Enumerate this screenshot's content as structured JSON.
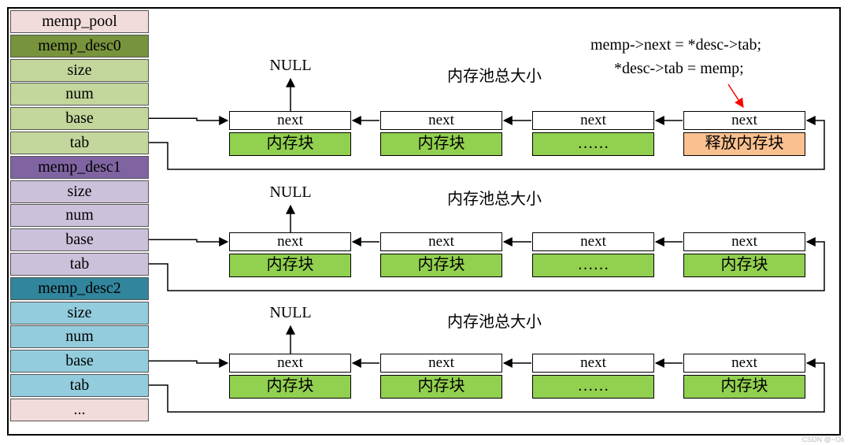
{
  "left_column": [
    {
      "label": "memp_pool",
      "color": "#F2DCDB"
    },
    {
      "label": "memp_desc0",
      "color": "#77933C"
    },
    {
      "label": "size",
      "color": "#C3D69B"
    },
    {
      "label": "num",
      "color": "#C3D69B"
    },
    {
      "label": "base",
      "color": "#C3D69B"
    },
    {
      "label": "tab",
      "color": "#C3D69B"
    },
    {
      "label": "memp_desc1",
      "color": "#8064A2"
    },
    {
      "label": "size",
      "color": "#CCC1DA"
    },
    {
      "label": "num",
      "color": "#CCC1DA"
    },
    {
      "label": "base",
      "color": "#CCC1DA"
    },
    {
      "label": "tab",
      "color": "#CCC1DA"
    },
    {
      "label": "memp_desc2",
      "color": "#31859C"
    },
    {
      "label": "size",
      "color": "#93CDDD"
    },
    {
      "label": "num",
      "color": "#93CDDD"
    },
    {
      "label": "base",
      "color": "#93CDDD"
    },
    {
      "label": "tab",
      "color": "#93CDDD"
    },
    {
      "label": "...",
      "color": "#F2DCDB"
    }
  ],
  "rows": [
    {
      "null_label": "NULL",
      "pool_label": "内存池总大小",
      "nodes": [
        {
          "next": "next",
          "block": "内存块",
          "block_color": "#92D050"
        },
        {
          "next": "next",
          "block": "内存块",
          "block_color": "#92D050"
        },
        {
          "next": "next",
          "block": "……",
          "block_color": "#92D050"
        },
        {
          "next": "next",
          "block": "释放内存块",
          "block_color": "#FAC090"
        }
      ]
    },
    {
      "null_label": "NULL",
      "pool_label": "内存池总大小",
      "nodes": [
        {
          "next": "next",
          "block": "内存块",
          "block_color": "#92D050"
        },
        {
          "next": "next",
          "block": "内存块",
          "block_color": "#92D050"
        },
        {
          "next": "next",
          "block": "……",
          "block_color": "#92D050"
        },
        {
          "next": "next",
          "block": "内存块",
          "block_color": "#92D050"
        }
      ]
    },
    {
      "null_label": "NULL",
      "pool_label": "内存池总大小",
      "nodes": [
        {
          "next": "next",
          "block": "内存块",
          "block_color": "#92D050"
        },
        {
          "next": "next",
          "block": "内存块",
          "block_color": "#92D050"
        },
        {
          "next": "next",
          "block": "……",
          "block_color": "#92D050"
        },
        {
          "next": "next",
          "block": "内存块",
          "block_color": "#92D050"
        }
      ]
    }
  ],
  "annotation": {
    "line1": "memp->next = *desc->tab;",
    "line2": "*desc->tab = memp;",
    "arrow_color": "#FF0000"
  },
  "watermark": "CSDN @~Oli"
}
